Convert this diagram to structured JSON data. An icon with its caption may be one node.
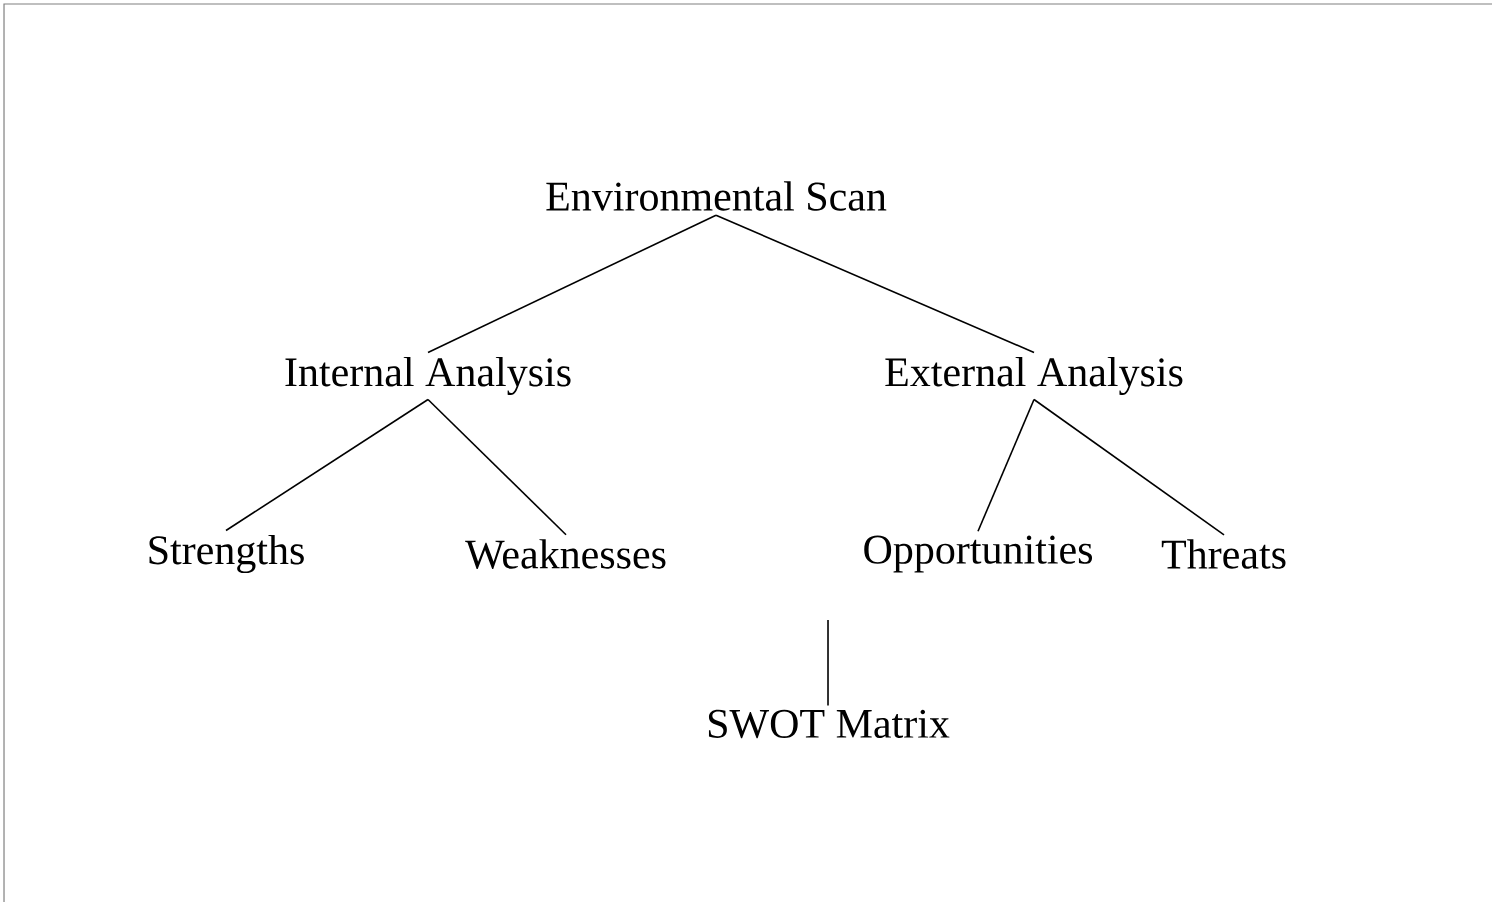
{
  "diagram": {
    "nodes": [
      {
        "text": [
          "Environmental Scan"
        ]
      },
      {
        "text": [
          "Internal Analysis"
        ]
      },
      {
        "text": [
          "External Analysis"
        ]
      },
      {
        "text": [
          "Strengths"
        ]
      },
      {
        "text": [
          "Weaknesses"
        ]
      },
      {
        "text": [
          "Opportunities"
        ]
      },
      {
        "text": [
          "Threats"
        ]
      },
      {
        "text": [
          "SWOT Matrix"
        ]
      }
    ],
    "edges": [
      {
        "from": 0,
        "to": 1,
        "arrow": "none"
      },
      {
        "from": 0,
        "to": 2,
        "arrow": "none"
      },
      {
        "from": 1,
        "to": 3,
        "arrow": "none"
      },
      {
        "from": 1,
        "to": 4,
        "arrow": "none"
      },
      {
        "from": 2,
        "to": 5,
        "arrow": "none"
      },
      {
        "from": 2,
        "to": 6,
        "arrow": "none"
      },
      {
        "from": null,
        "to": 7,
        "arrow": "none"
      }
    ]
  }
}
